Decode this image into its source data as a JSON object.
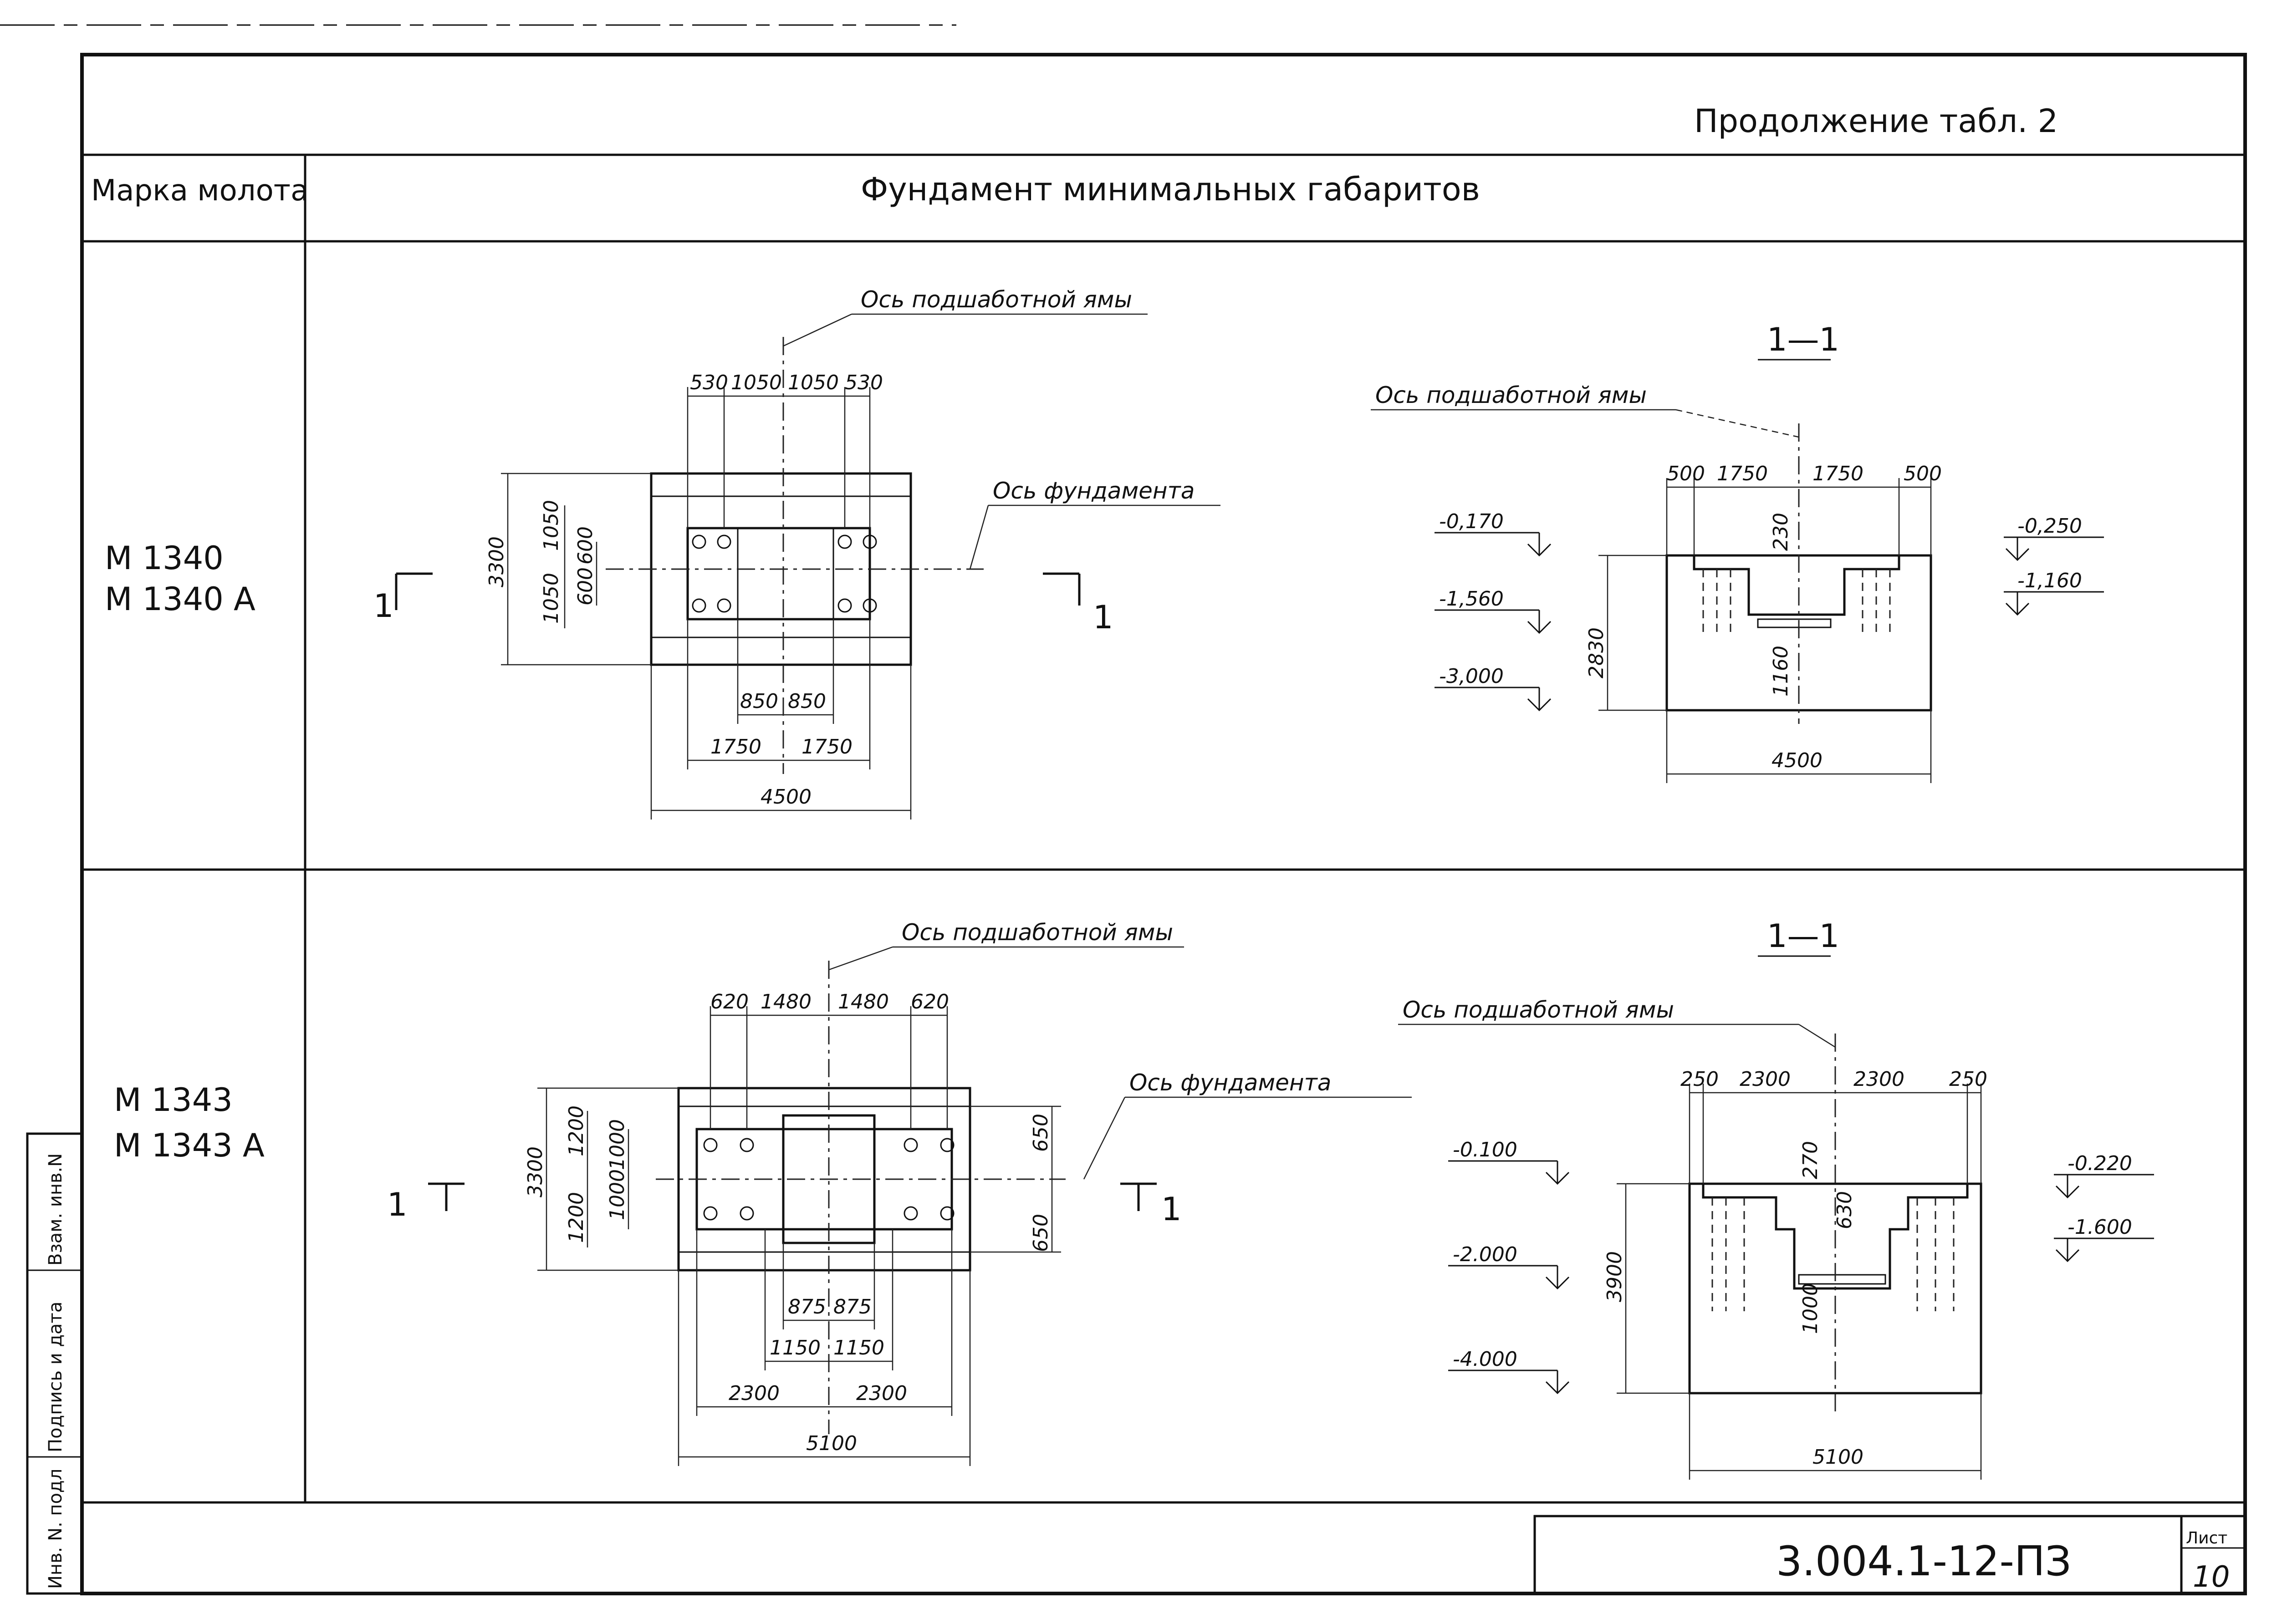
{
  "sheet": {
    "continuation": "Продолжение табл. 2",
    "col_header_left": "Марка молота",
    "col_header_main": "Фундамент минимальных габаритов",
    "doc_code": "3.004.1-12-ПЗ",
    "sheet_label": "Лист",
    "sheet_number": "10",
    "side_labels": [
      "Взам. инв.N",
      "Подпись и дата",
      "Инв. N. подл"
    ]
  },
  "row1": {
    "marks": [
      "М 1340",
      "М 1340 А"
    ],
    "plan": {
      "axis_pit": "Ось подшаботной ямы",
      "axis_found": "Ось фундамента",
      "top_dims": [
        "530",
        "1050",
        "1050",
        "530"
      ],
      "left_dims_outer": "3300",
      "left_dims_inner": [
        "1050",
        "600",
        "600",
        "1050"
      ],
      "bottom_dims_1": [
        "850",
        "850"
      ],
      "bottom_dims_2": [
        "1750",
        "1750"
      ],
      "bottom_total": "4500",
      "cut_mark": "1"
    },
    "section": {
      "title": "1—1",
      "axis_pit": "Ось подшаботной ямы",
      "top_dims": [
        "500",
        "1750",
        "1750",
        "500"
      ],
      "levels_left": [
        "-0,170",
        "-1,560",
        "-3,000"
      ],
      "levels_right": [
        "-0,250",
        "-1,160"
      ],
      "height_dim": "2830",
      "pit_dims": [
        "230",
        "1160"
      ],
      "bottom_total": "4500"
    }
  },
  "row2": {
    "marks": [
      "М 1343",
      "М 1343 А"
    ],
    "plan": {
      "axis_pit": "Ось подшаботной ямы",
      "axis_found": "Ось фундамента",
      "top_dims": [
        "620",
        "1480",
        "1480",
        "620"
      ],
      "left_dims_outer": "3300",
      "left_dims_inner": [
        "1200",
        "1000",
        "1000",
        "1200"
      ],
      "right_dims": [
        "650",
        "650"
      ],
      "bottom_dims_1": [
        "875",
        "875"
      ],
      "bottom_dims_2": [
        "1150",
        "1150"
      ],
      "bottom_dims_3": [
        "2300",
        "2300"
      ],
      "bottom_total": "5100",
      "cut_mark": "1"
    },
    "section": {
      "title": "1—1",
      "axis_pit": "Ось подшаботной ямы",
      "top_dims": [
        "250",
        "2300",
        "2300",
        "250"
      ],
      "levels_left": [
        "-0.100",
        "-2.000",
        "-4.000"
      ],
      "levels_right": [
        "-0.220",
        "-1.600"
      ],
      "height_dim": "3900",
      "pit_dims": [
        "270",
        "630",
        "1000"
      ],
      "bottom_total": "5100"
    }
  }
}
